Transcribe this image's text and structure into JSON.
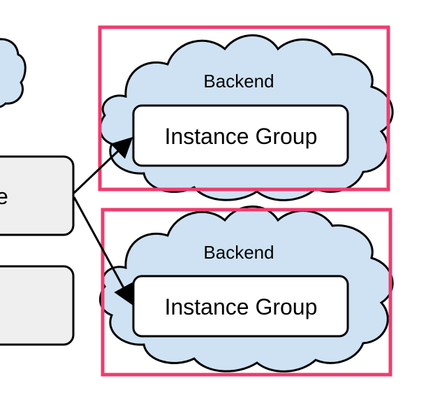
{
  "left_box_top": {
    "label_fragment": "e"
  },
  "backends": [
    {
      "label": "Backend",
      "instance_group": "Instance Group"
    },
    {
      "label": "Backend",
      "instance_group": "Instance Group"
    }
  ],
  "colors": {
    "cloud_fill": "#cfe2f3",
    "cloud_stroke": "#000000",
    "box_fill": "#ffffff",
    "left_box_fill": "#efefef",
    "highlight": "#ee3c6e"
  }
}
